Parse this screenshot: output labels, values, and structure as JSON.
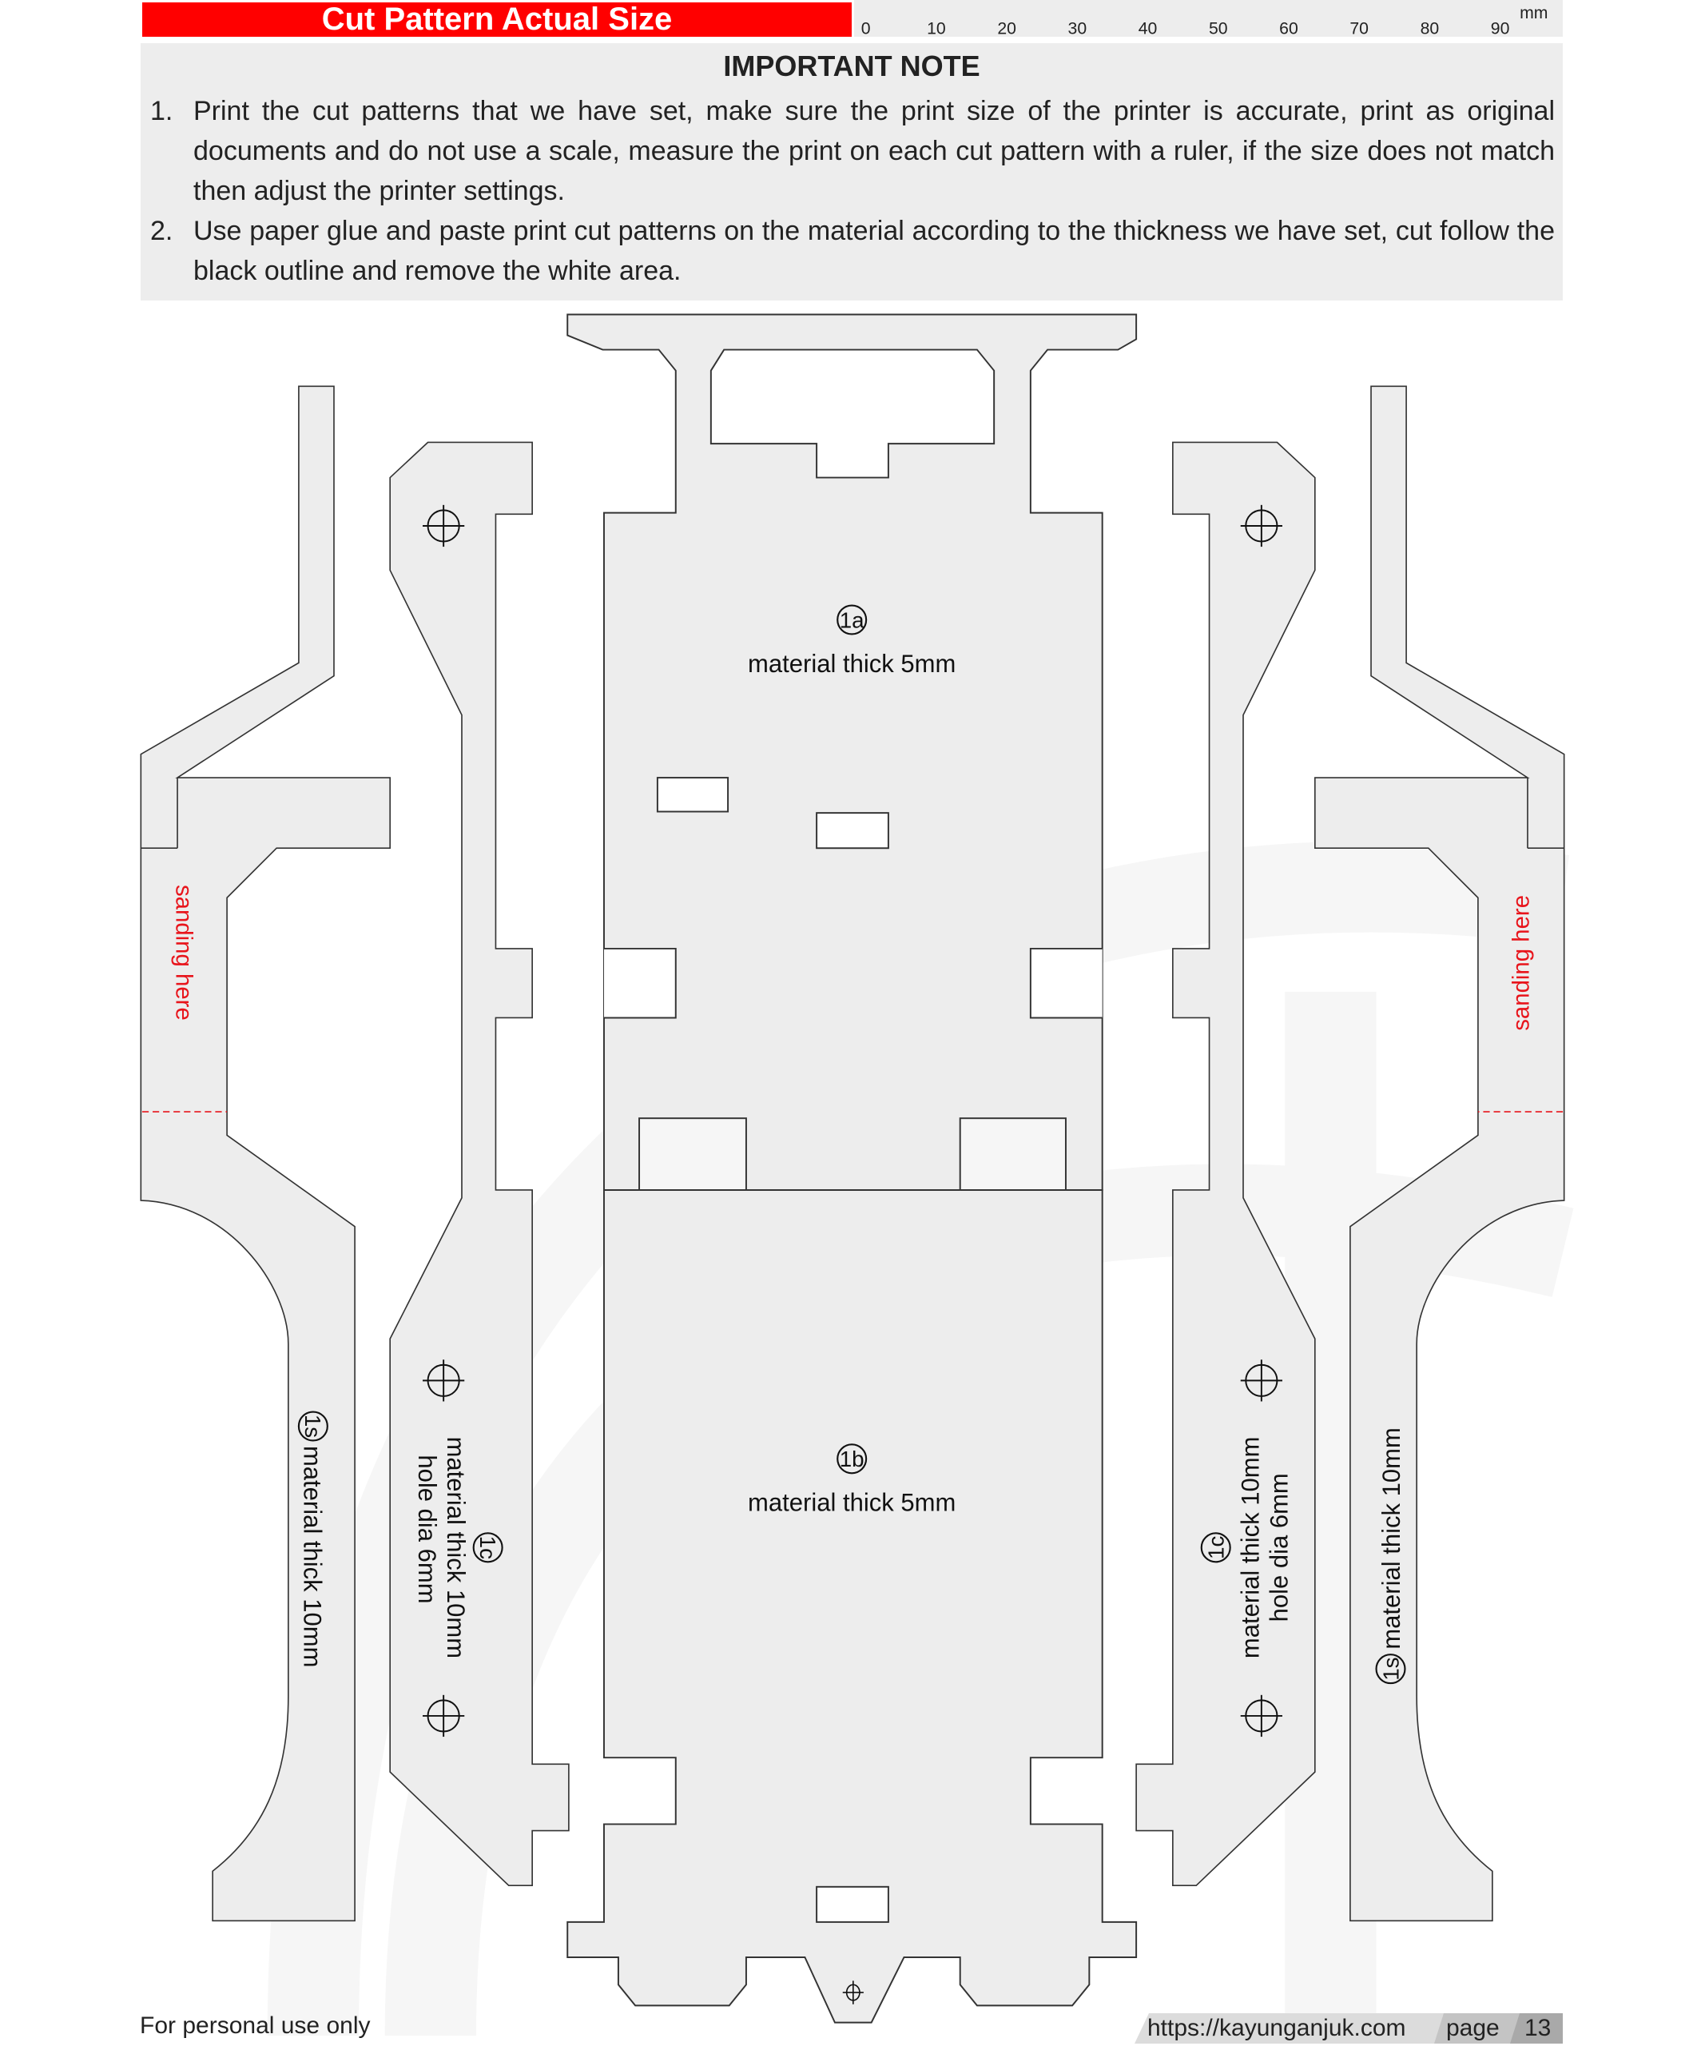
{
  "header": {
    "title": "Cut Pattern Actual Size",
    "title_bg_color": "#ff0000",
    "ruler": {
      "unit": "mm",
      "ticks": [
        "0",
        "10",
        "20",
        "30",
        "40",
        "50",
        "60",
        "70",
        "80",
        "90"
      ]
    }
  },
  "note": {
    "title": "IMPORTANT NOTE",
    "items": [
      {
        "num": "1.",
        "text": "Print the cut patterns that we have set, make sure the print size of the printer is accurate, print as original documents and do not use a scale, measure the print on each cut pattern with a ruler, if the size does not match then adjust the printer settings."
      },
      {
        "num": "2.",
        "text": "Use paper glue and paste print cut patterns on the material according to the thickness we have set, cut follow the black outline and remove the white area."
      }
    ]
  },
  "pieces": {
    "p1a": {
      "id": "1a",
      "label": "material thick 5mm"
    },
    "p1b": {
      "id": "1b",
      "label": "material thick 5mm"
    },
    "p1c_left": {
      "id": "1c",
      "line1": "material thick 10mm",
      "line2": "hole dia 6mm"
    },
    "p1c_right": {
      "id": "1c",
      "line1": "material thick 10mm",
      "line2": "hole dia 6mm"
    },
    "p1s_left": {
      "id": "1s",
      "label": "material thick 10mm"
    },
    "p1s_right": {
      "id": "1s",
      "label": "material thick 10mm"
    },
    "sanding_left": "sanding here",
    "sanding_right": "sanding here",
    "fill_color": "#ededed",
    "outline_color": "#333333",
    "sanding_color": "#e8141b"
  },
  "footer": {
    "left": "For personal use only",
    "url": "https://kayunganjuk.com",
    "page_label": "page",
    "page_number": "13"
  }
}
